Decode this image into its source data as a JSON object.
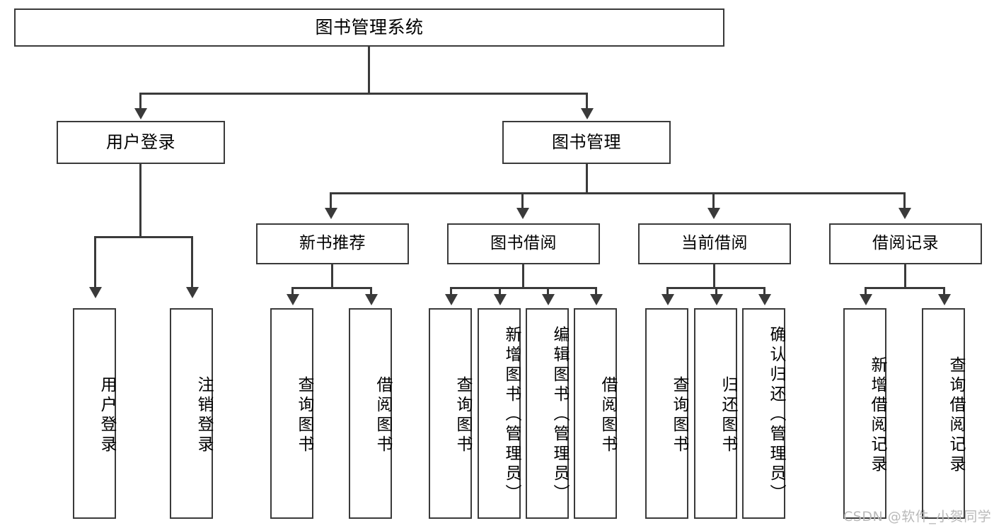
{
  "diagram": {
    "title": "图书管理系统",
    "watermark": "CSDN @软件_小贺同学"
  },
  "nodes": {
    "root": {
      "label": "图书管理系统"
    },
    "level1": [
      {
        "label": "用户登录"
      },
      {
        "label": "图书管理"
      }
    ],
    "level2": [
      {
        "label": "新书推荐"
      },
      {
        "label": "图书借阅"
      },
      {
        "label": "当前借阅"
      },
      {
        "label": "借阅记录"
      }
    ],
    "leaves": [
      {
        "label": "用户登录"
      },
      {
        "label": "注销登录"
      },
      {
        "label": "查询图书"
      },
      {
        "label": "借阅图书"
      },
      {
        "label": "查询图书"
      },
      {
        "label": "新增图书（管理员）"
      },
      {
        "label": "编辑图书（管理员）"
      },
      {
        "label": "借阅图书"
      },
      {
        "label": "查询图书"
      },
      {
        "label": "归还图书"
      },
      {
        "label": "确认归还（管理员）"
      },
      {
        "label": "新增借阅记录"
      },
      {
        "label": "查询借阅记录"
      }
    ]
  },
  "colors": {
    "border": "#3a3a3a",
    "fill": "#ffffff",
    "text": "#000000",
    "watermark": "#b9b9b9"
  }
}
